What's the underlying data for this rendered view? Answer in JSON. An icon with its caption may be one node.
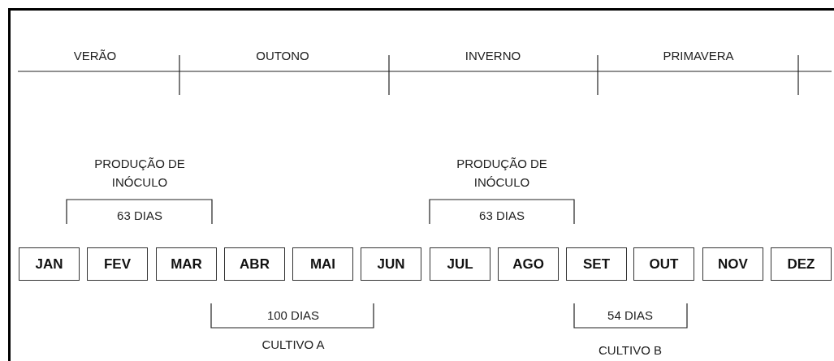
{
  "diagram": {
    "nodes": [
      {
        "text": [
          "JAN"
        ]
      },
      {
        "text": [
          "FEV"
        ]
      },
      {
        "text": [
          "MAR"
        ]
      },
      {
        "text": [
          "ABR"
        ]
      },
      {
        "text": [
          "MAI"
        ]
      },
      {
        "text": [
          "JUN"
        ]
      },
      {
        "text": [
          "JUL"
        ]
      },
      {
        "text": [
          "AGO"
        ]
      },
      {
        "text": [
          "SET"
        ]
      },
      {
        "text": [
          "OUT"
        ]
      },
      {
        "text": [
          "NOV"
        ]
      },
      {
        "text": [
          "DEZ"
        ]
      }
    ],
    "edges": [],
    "labels": [
      "VERÃO",
      "OUTONO",
      "INVERNO",
      "PRIMAVERA",
      "PRODUÇÃO DE INÓCULO",
      "PRODUÇÃO DE INÓCULO",
      "63 DIAS",
      "63 DIAS",
      "100 DIAS",
      "54 DIAS",
      "CULTIVO A",
      "CULTIVO B"
    ]
  }
}
